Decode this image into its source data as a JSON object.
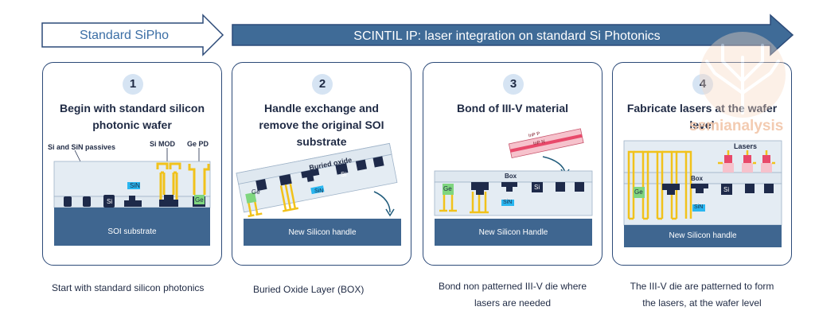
{
  "header": {
    "standard_label": "Standard SiPho",
    "scintil_label": "SCINTIL IP: laser integration on standard Si Photonics"
  },
  "panels": [
    {
      "number": "1",
      "title_lines": [
        "Begin with standard silicon",
        "photonic wafer"
      ],
      "labels": {
        "passives": "Si and SiN passives",
        "si_mod": "Si MOD",
        "ge_pd": "Ge PD",
        "sin": "SiN",
        "si": "Si",
        "ge": "Ge",
        "substrate": "SOI substrate"
      },
      "caption_lines": [
        "Start with standard silicon photonics"
      ]
    },
    {
      "number": "2",
      "title_lines": [
        "Handle exchange and",
        "remove the original SOI",
        "substrate"
      ],
      "labels": {
        "buried_oxide": "Buried oxide",
        "ge": "Ge",
        "si": "Si",
        "sin": "SiN",
        "handle": "New Silicon handle"
      },
      "caption_lines": [
        "Buried Oxide Layer (BOX)"
      ]
    },
    {
      "number": "3",
      "title_lines": [
        "Bond of III-V material"
      ],
      "labels": {
        "inp_p": "InP P",
        "inp_n": "InP N",
        "box": "Box",
        "ge": "Ge",
        "si": "Si",
        "sin": "SiN",
        "handle": "New Silicon Handle"
      },
      "caption_lines": [
        "Bond non patterned III-V die where",
        "lasers are needed"
      ]
    },
    {
      "number": "4",
      "title_lines": [
        "Fabricate lasers at the wafer",
        "level"
      ],
      "labels": {
        "lasers": "Lasers",
        "box": "Box",
        "ge": "Ge",
        "si": "Si",
        "sin": "SiN",
        "handle": "New Silicon handle"
      },
      "caption_lines": [
        "The III-V die are patterned to form",
        "the lasers, at the wafer level"
      ]
    }
  ],
  "watermark": {
    "text": "semianalysis"
  },
  "colors": {
    "arrow_dark": "#3f6b97",
    "arrow_outline": "#2c4a78",
    "substrate": "#3f6690",
    "oxide": "#e4ecf3",
    "device": "#1e2a4a",
    "sin": "#29b6f0",
    "ge": "#7fd67f",
    "metal": "#f1c21b",
    "inp": "#e8496a",
    "inp_light": "#f6c2cc"
  }
}
